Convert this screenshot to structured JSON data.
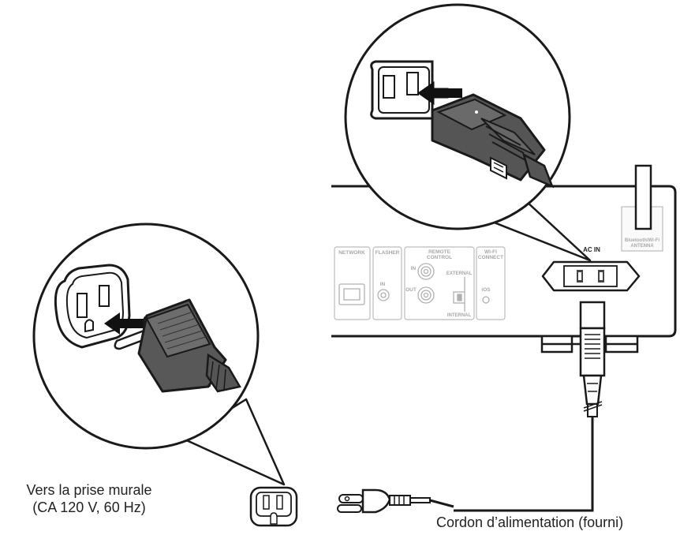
{
  "outlet_label": {
    "line1": "Vers la prise murale",
    "line2": "(CA 120 V, 60 Hz)"
  },
  "cord_label": "Cordon d’alimentation (fourni)",
  "panel": {
    "network": "NETWORK",
    "flasher": "FLASHER",
    "flasher_in": "IN",
    "remote_line1": "REMOTE",
    "remote_line2": "CONTROL",
    "remote_in": "IN",
    "remote_out": "OUT",
    "external": "EXTERNAL",
    "internal": "INTERNAL",
    "wifi_line1": "WI-FI",
    "wifi_line2": "CONNECT",
    "ios": "iOS",
    "ac_in": "AC IN",
    "antenna_line1": "Bluetooth/Wi-Fi",
    "antenna_line2": "ANTENNA"
  }
}
